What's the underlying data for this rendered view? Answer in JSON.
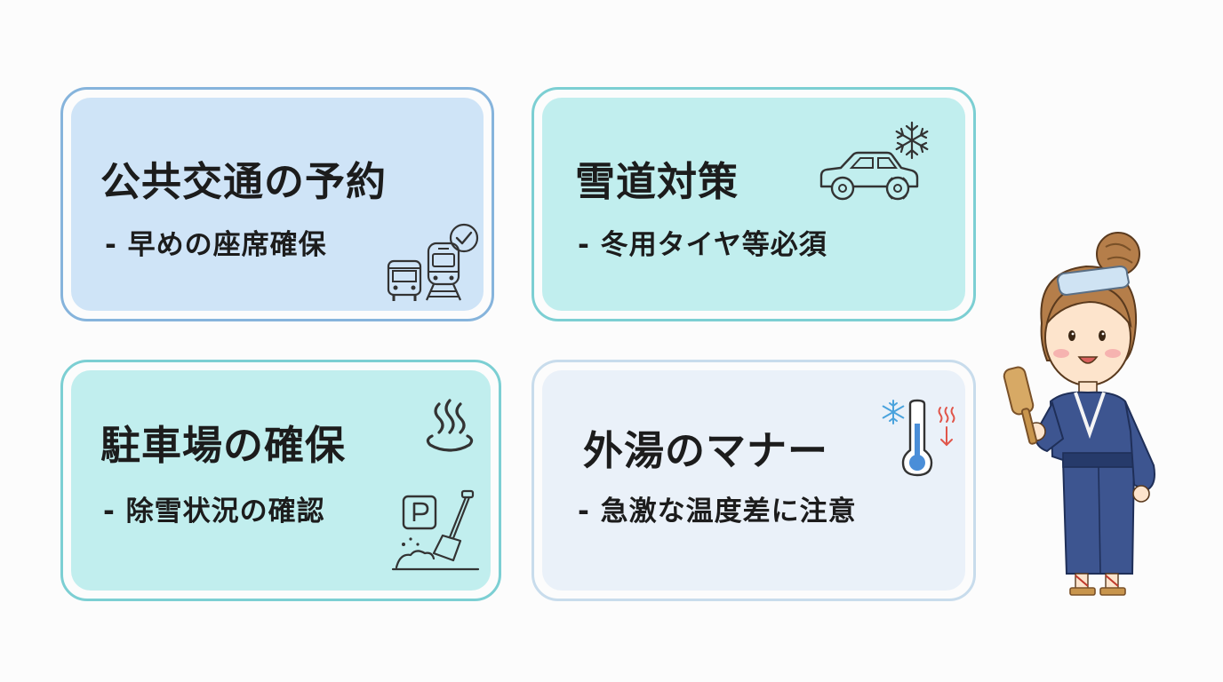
{
  "cards": [
    {
      "title": "公共交通の予約",
      "subtitle": "- 早めの座席確保",
      "icons": [
        "check-circle-icon",
        "bus-icon",
        "train-icon"
      ]
    },
    {
      "title": "雪道対策",
      "subtitle": "- 冬用タイヤ等必須",
      "icons": [
        "car-icon",
        "snowflake-icon"
      ]
    },
    {
      "title": "駐車場の確保",
      "subtitle": "- 除雪状況の確認",
      "icons": [
        "onsen-icon",
        "parking-icon",
        "snow-shovel-icon"
      ]
    },
    {
      "title": "外湯のマナー",
      "subtitle": "- 急激な温度差に注意",
      "icons": [
        "thermometer-icon",
        "snowflake-icon",
        "heat-waves-icon"
      ]
    }
  ],
  "colors": {
    "card1_bg": "#cfe4f7",
    "card1_border": "#86b4dc",
    "card2_bg": "#c1eeee",
    "card2_border": "#7ccfd3",
    "card3_bg": "#c1eeee",
    "card3_border": "#7ccfd3",
    "card4_bg": "#eaf1f9",
    "card4_border": "#c8dcec",
    "yukata": "#3d5590",
    "text": "#1c1c1c"
  },
  "character": {
    "description_icon": "yukata-woman-illustration"
  }
}
